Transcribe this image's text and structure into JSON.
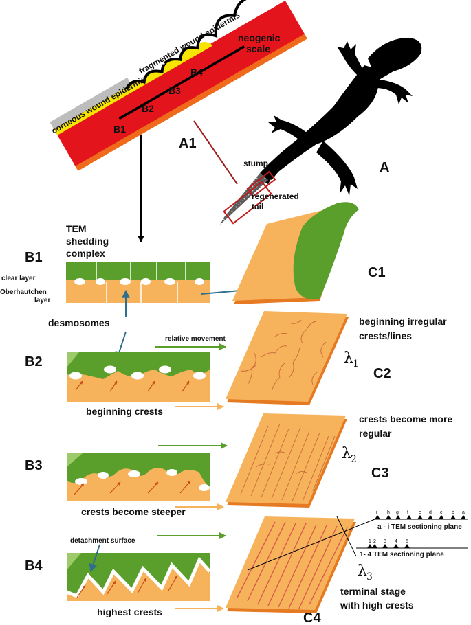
{
  "colors": {
    "red": "#e3141c",
    "orange_edge": "#ef6a1a",
    "yellow": "#f7e400",
    "gray": "#bdbdbd",
    "green": "#5a9e2c",
    "light_green": "#9dcb6a",
    "tan": "#f6b35c",
    "tan_dark": "#e57a23",
    "crack": "#c8683a",
    "blue_arrow": "#2e6e8e",
    "dark_red_line": "#a01a1a",
    "lizard": "#000000"
  },
  "panel_a1": {
    "id": "A1",
    "label_corneous": "corneous wound epidermis",
    "label_fragmented": "fragmented wound epidermis",
    "label_neogenic": [
      "neogenic",
      "scale"
    ],
    "stages": [
      "B1",
      "B2",
      "B3",
      "B4"
    ]
  },
  "panel_a": {
    "id": "A",
    "stump": "stump",
    "regenerated": [
      "regenerated",
      "tail"
    ]
  },
  "panel_b": {
    "b1": {
      "id": "B1",
      "title": [
        "TEM",
        "shedding",
        "complex"
      ],
      "clear_layer": "clear layer",
      "oberhautchen": [
        "Oberhautchen",
        "layer"
      ],
      "desmosomes": "desmosomes"
    },
    "b2": {
      "id": "B2",
      "movement": "relative movement",
      "caption": "beginning crests"
    },
    "b3": {
      "id": "B3",
      "caption": "crests become steeper"
    },
    "b4": {
      "id": "B4",
      "detachment": "detachment surface",
      "caption": "highest crests"
    }
  },
  "panel_c": {
    "c1": {
      "id": "C1"
    },
    "c2": {
      "id": "C2",
      "text": [
        "beginning irregular",
        "crests/lines"
      ],
      "lambda": "λ",
      "lambda_sub": "1"
    },
    "c3": {
      "id": "C3",
      "text": [
        "crests become more",
        "regular"
      ],
      "lambda": "λ",
      "lambda_sub": "2"
    },
    "c4": {
      "id": "C4",
      "text": [
        "terminal stage",
        "with high crests"
      ],
      "lambda": "λ",
      "lambda_sub": "3",
      "plane_letters": [
        "i",
        "h",
        "g",
        "f",
        "e",
        "d",
        "c",
        "b",
        "a"
      ],
      "plane_a_label": "a - i TEM sectioning plane",
      "plane_num": [
        "1",
        "2",
        "3",
        "4",
        "5"
      ],
      "plane_1_label": "1- 4 TEM sectioning plane"
    }
  }
}
